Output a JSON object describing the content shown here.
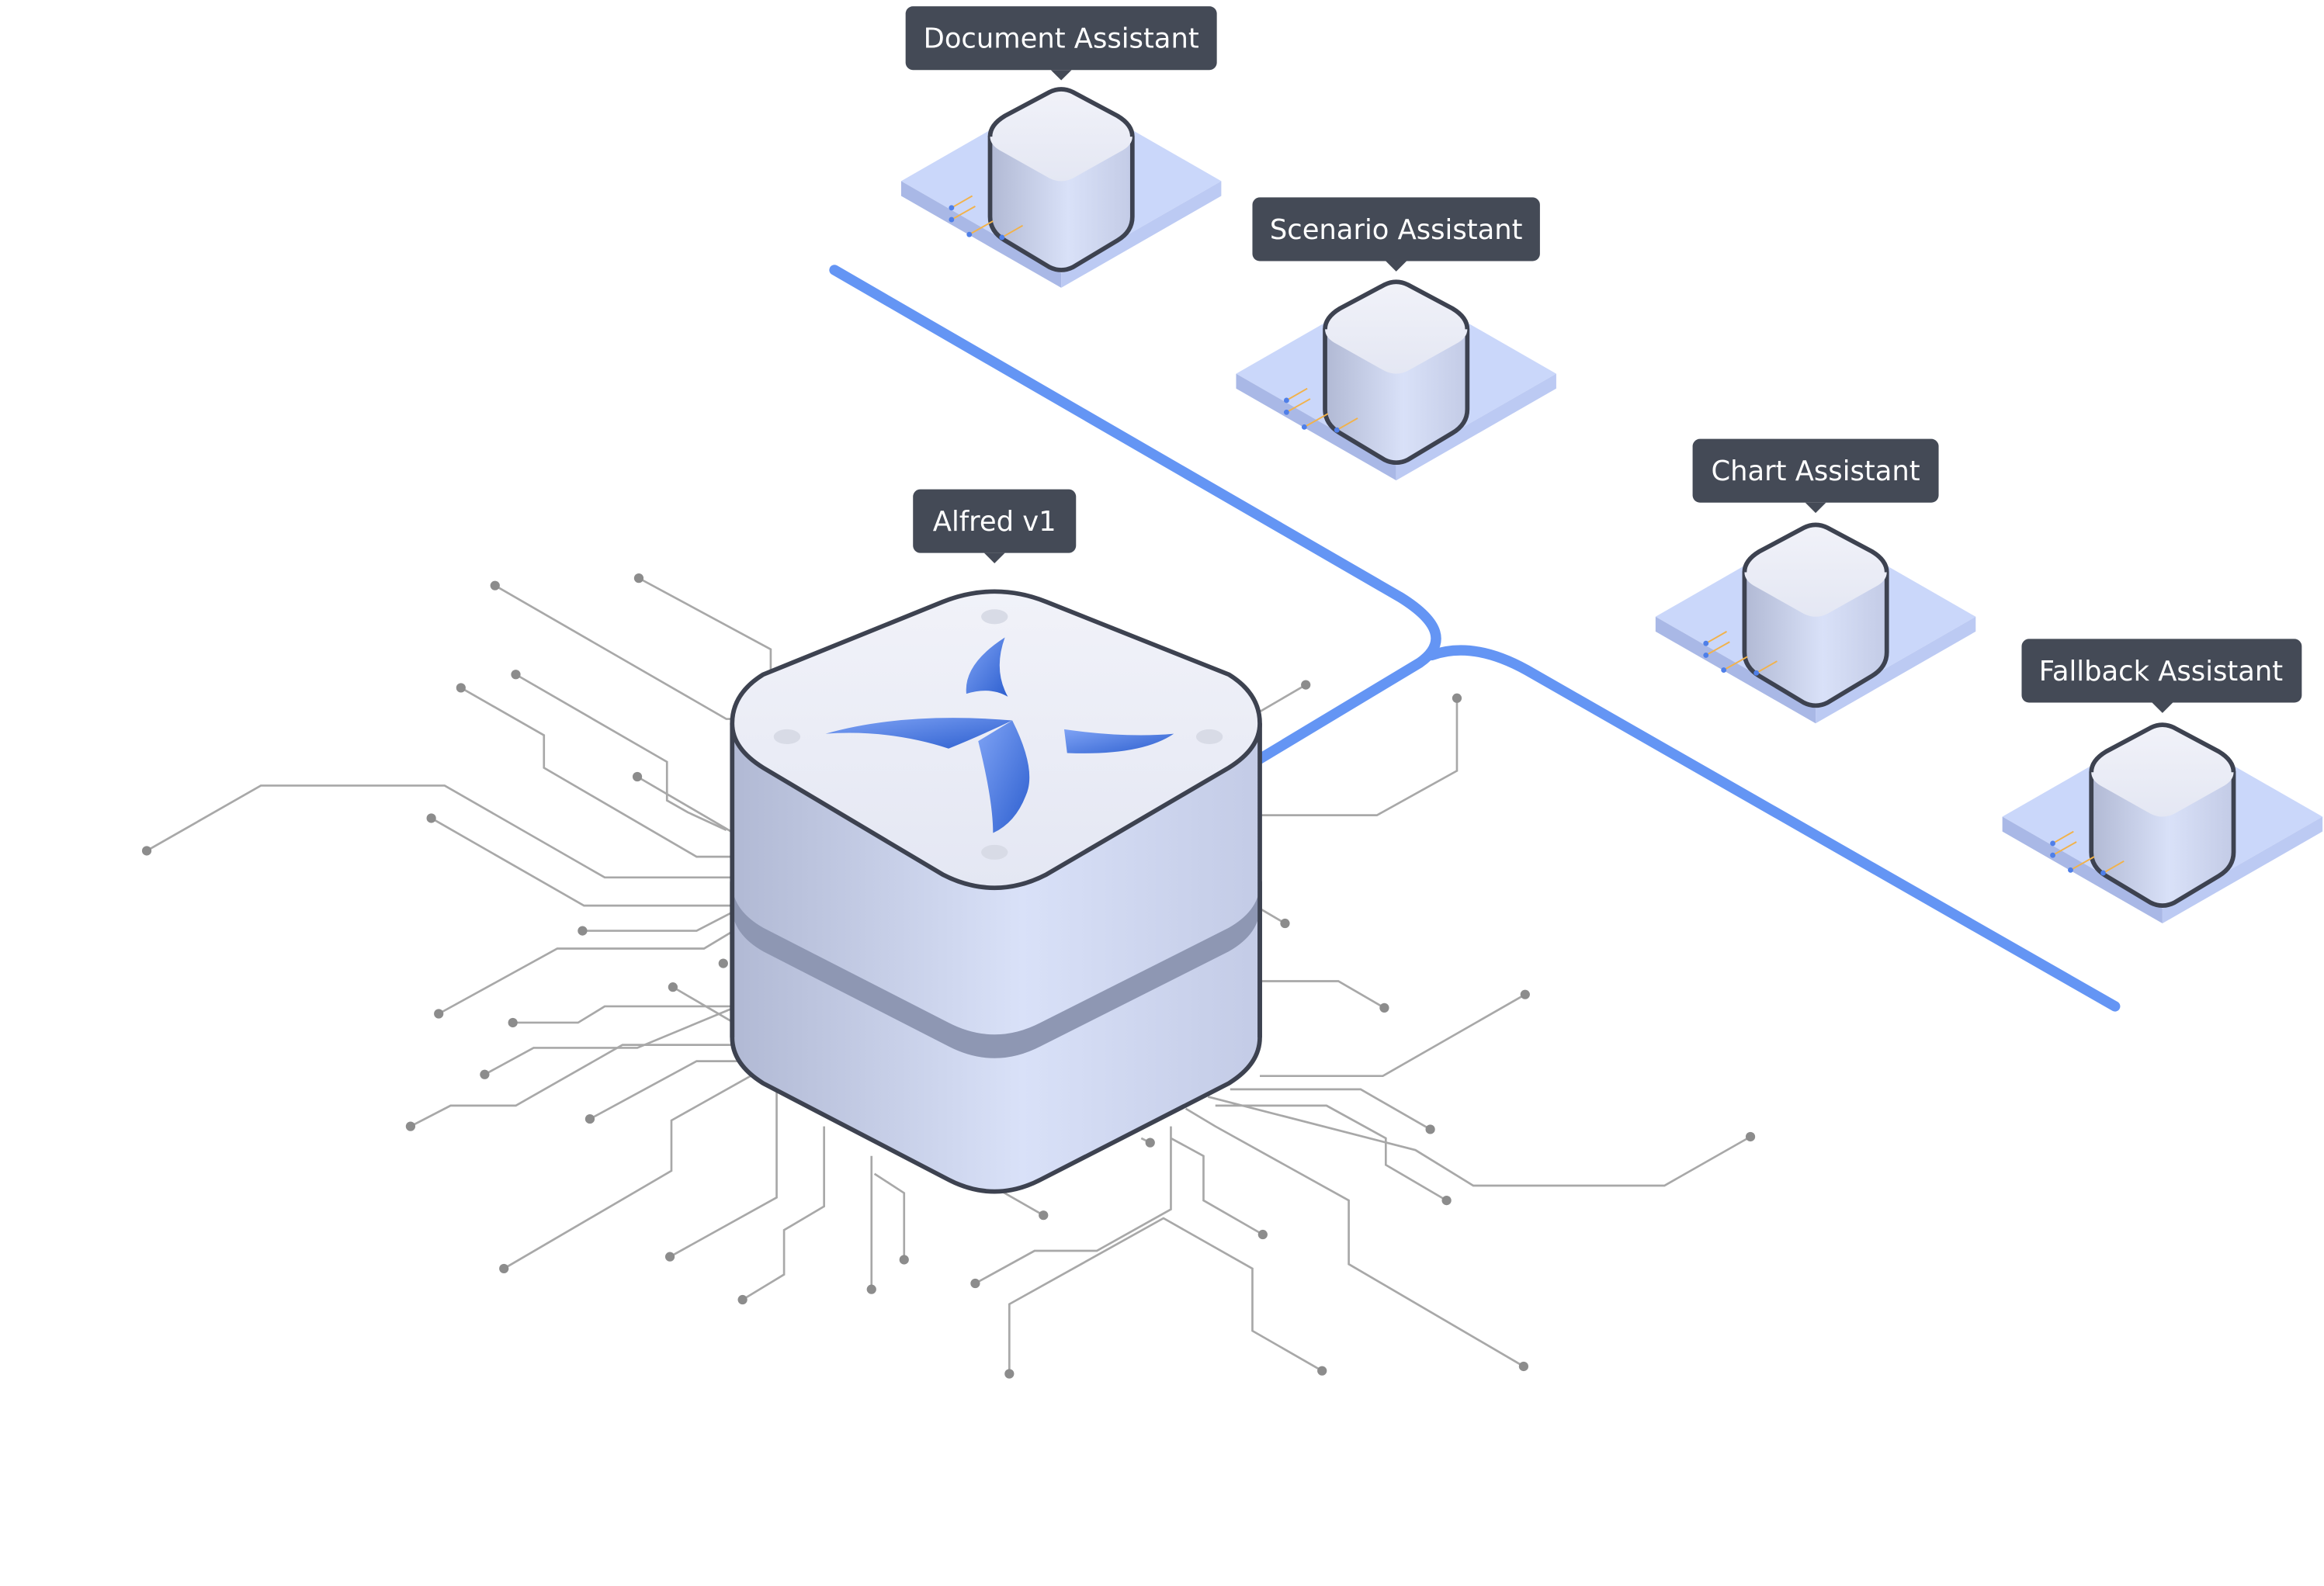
{
  "hub": {
    "label": "Alfred v1",
    "logo_icon": "x-logo-icon"
  },
  "assistants": [
    {
      "id": "document",
      "label": "Document Assistant"
    },
    {
      "id": "scenario",
      "label": "Scenario Assistant"
    },
    {
      "id": "chart",
      "label": "Chart Assistant"
    },
    {
      "id": "fallback",
      "label": "Fallback Assistant"
    }
  ],
  "colors": {
    "background": "#ffffff",
    "label_bg": "#444a56",
    "label_text": "#ffffff",
    "connector_line": "#6495f4",
    "circuit_line": "#a8a8a8",
    "circuit_dot": "#8c8c8c",
    "hub_outline": "#3d4250",
    "hub_top": "#eceef7",
    "hub_side_light": "#d9e0f7",
    "hub_side_dark": "#b1b9d4",
    "hub_band": "#8e97b3",
    "platform_top": "#cad7fa",
    "platform_side": "#a9b8e6",
    "logo_blue": "#5b87ea",
    "logo_dark": "#2d5fcf"
  }
}
